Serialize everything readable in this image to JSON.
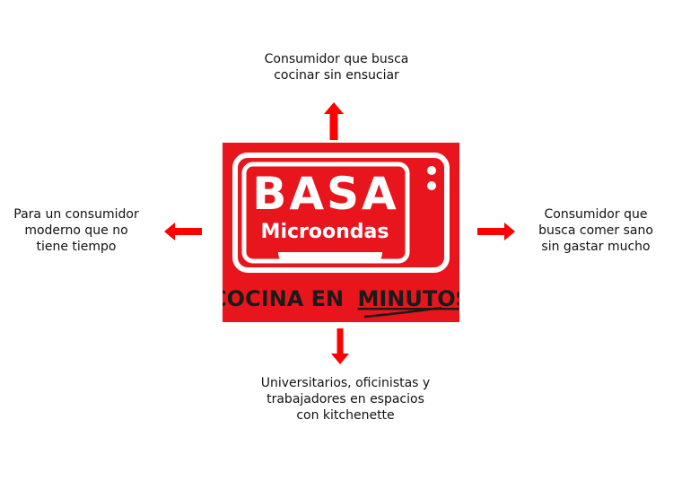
{
  "logo": {
    "brand": "BASA",
    "sub": "Microondas",
    "tagline": "COCINA EN MINUTOS",
    "tagline_main": "COCINA EN",
    "tagline_emph": "MINUTOS",
    "background_color": "#e8161c",
    "foreground_color": "#ffffff",
    "tagline_color": "#1a1a1a"
  },
  "captions": {
    "top": [
      "Consumidor que busca",
      "cocinar sin ensuciar"
    ],
    "left": [
      "Para un consumidor",
      "moderno que no",
      "tiene tiempo"
    ],
    "right": [
      "Consumidor que",
      "busca comer sano",
      "sin gastar mucho"
    ],
    "bottom": [
      "Universitarios, oficinistas y",
      "trabajadores en espacios",
      "con kitchenette"
    ]
  },
  "arrows": {
    "color": "#ff0000",
    "directions": [
      "up",
      "left",
      "right",
      "down"
    ]
  }
}
